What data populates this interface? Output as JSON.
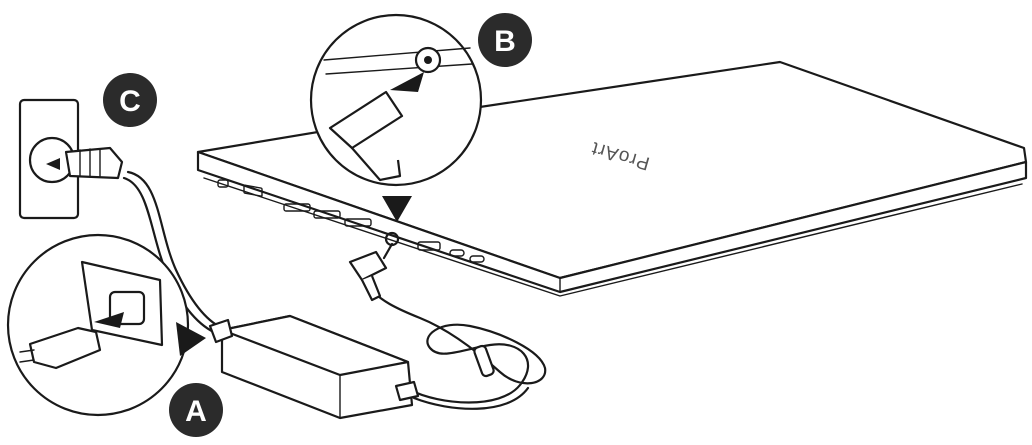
{
  "callouts": {
    "a": {
      "label": "A"
    },
    "b": {
      "label": "B"
    },
    "c": {
      "label": "C"
    }
  },
  "laptop": {
    "logo_text": "ProArt"
  },
  "colors": {
    "badge": "#2b2b2b",
    "line": "#1a1a1a",
    "arrow": "#1a1a1a",
    "background": "#ffffff"
  },
  "icons": [
    "laptop",
    "power-adapter",
    "wall-outlet",
    "ac-plug",
    "dc-plug",
    "insert-arrow",
    "step-badge"
  ]
}
